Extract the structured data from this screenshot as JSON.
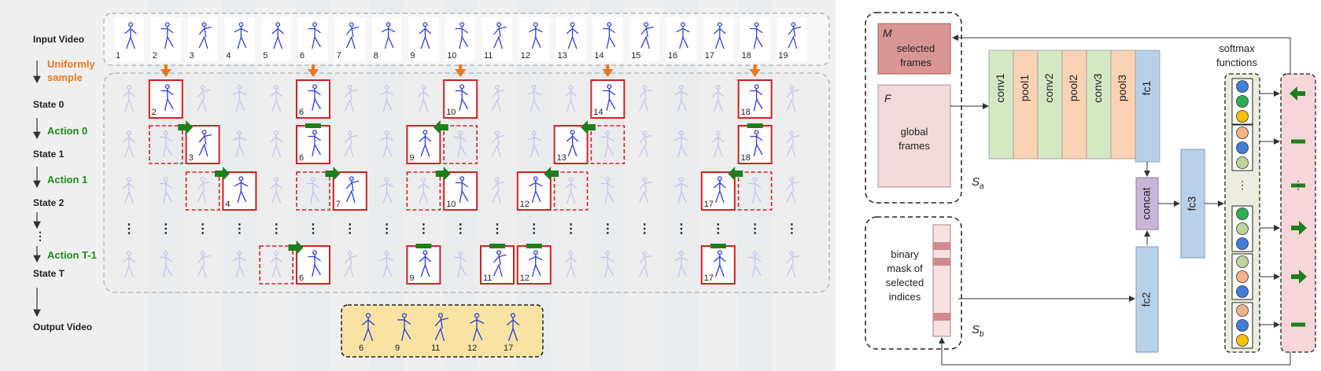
{
  "left_panel": {
    "row_labels": {
      "input_video": "Input Video",
      "uniformly_sample": "Uniformly sample",
      "state_0": "State 0",
      "action_0": "Action 0",
      "state_1": "State 1",
      "action_1": "Action 1",
      "state_2": "State 2",
      "ellipsis": "⋮",
      "action_t1": "Action T-1",
      "state_t": "State T",
      "output_video": "Output Video"
    },
    "frame_numbers": [
      "1",
      "2",
      "3",
      "4",
      "5",
      "6",
      "7",
      "8",
      "9",
      "10",
      "11",
      "12",
      "13",
      "14",
      "15",
      "16",
      "17",
      "18",
      "19"
    ],
    "states": {
      "state_0": {
        "selected": [
          "2",
          "6",
          "10",
          "14",
          "18"
        ]
      },
      "state_1": {
        "selected": [
          "3",
          "6",
          "9",
          "13",
          "18"
        ]
      },
      "state_2": {
        "selected": [
          "4",
          "7",
          "10",
          "12",
          "17"
        ]
      },
      "state_t": {
        "selected": [
          "6",
          "9",
          "11",
          "12",
          "17"
        ]
      }
    },
    "output_frames": [
      "6",
      "9",
      "11",
      "12",
      "17"
    ]
  },
  "right_panel": {
    "sa_label": "S",
    "sa_sub": "a",
    "sb_label": "S",
    "sb_sub": "b",
    "m_label": "M",
    "m_text_1": "selected",
    "m_text_2": "frames",
    "f_label": "F",
    "f_text_1": "global",
    "f_text_2": "frames",
    "mask_text": [
      "binary",
      "mask of",
      "selected",
      "indices"
    ],
    "layers": [
      "conv1",
      "pool1",
      "conv2",
      "pool2",
      "conv3",
      "pool3",
      "fc1"
    ],
    "concat": "concat",
    "fc2": "fc2",
    "fc3": "fc3",
    "softmax_1": "softmax",
    "softmax_2": "functions",
    "dots": "⋮",
    "colors": {
      "conv": "#d5e8c4",
      "pool": "#fbd3b4",
      "fc": "#b8d0e8",
      "concat": "#c9b6d6",
      "selected": "#d99694",
      "global": "#f2d9da",
      "action_panel": "#f6d6d9",
      "softmax_panel": "#ecedde",
      "green": "#1e7f1e",
      "orange": "#e8791a",
      "red": "#d32020"
    },
    "softmax_groups": [
      [
        "blue",
        "green",
        "yellow"
      ],
      [
        "orange",
        "blue",
        "lightgreen"
      ],
      [
        "green",
        "lightgreen",
        "blue"
      ],
      [
        "lightgreen",
        "orange",
        "blue"
      ],
      [
        "orange",
        "blue",
        "yellow"
      ]
    ],
    "actions": [
      "arrow-left",
      "dash",
      "dash",
      "arrow-right",
      "arrow-right",
      "dash"
    ]
  }
}
